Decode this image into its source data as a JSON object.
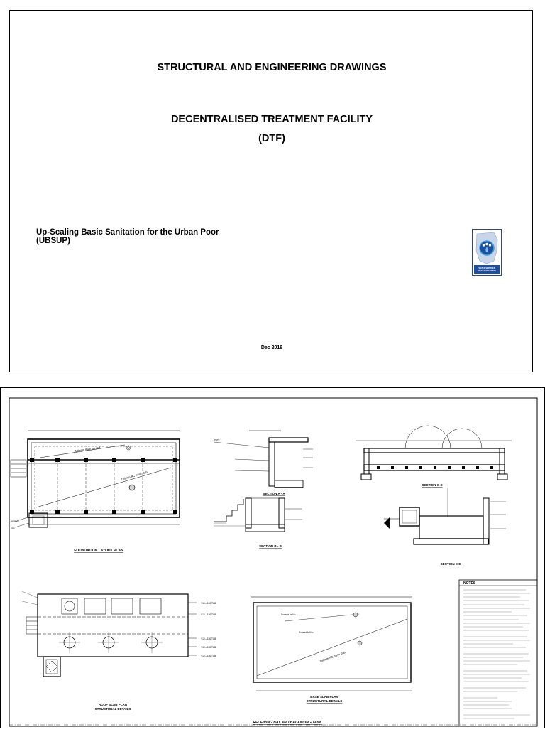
{
  "cover": {
    "title_line1": "STRUCTURAL AND ENGINEERING DRAWINGS",
    "title_line2": "DECENTRALISED TREATMENT FACILITY",
    "title_line3": "(DTF)",
    "project_line1": "Up-Scaling Basic Sanitation for the Urban Poor",
    "project_line2": "(UBSUP)",
    "date": "Dec 2016",
    "logo_text": "WATER SERVICES TRUST FUND KENYA",
    "colors": {
      "logo_blue": "#1f4e9c",
      "logo_ring": "#3fa0d8",
      "logo_map": "#c9d6ea"
    }
  },
  "drawing": {
    "foundation_plan_title": "FOUNDATION LAYOUT PLAN",
    "section_aa_title": "SECTION A - A",
    "section_bb_title": "SECTION B - B",
    "section_cc_title": "SECTION C-C",
    "section_ee_title": "SECTION E-E",
    "roof_slab_title1": "ROOF SLAB PLAN",
    "roof_slab_title2": "STRUCTURAL DETAILS",
    "base_slab_title1": "BASE SLAB PLAN",
    "base_slab_title2": "STRUCTURAL DETAILS",
    "sheet_title": "RECEIVING BAY AND BALANCING TANK",
    "notes_title": "NOTES"
  }
}
